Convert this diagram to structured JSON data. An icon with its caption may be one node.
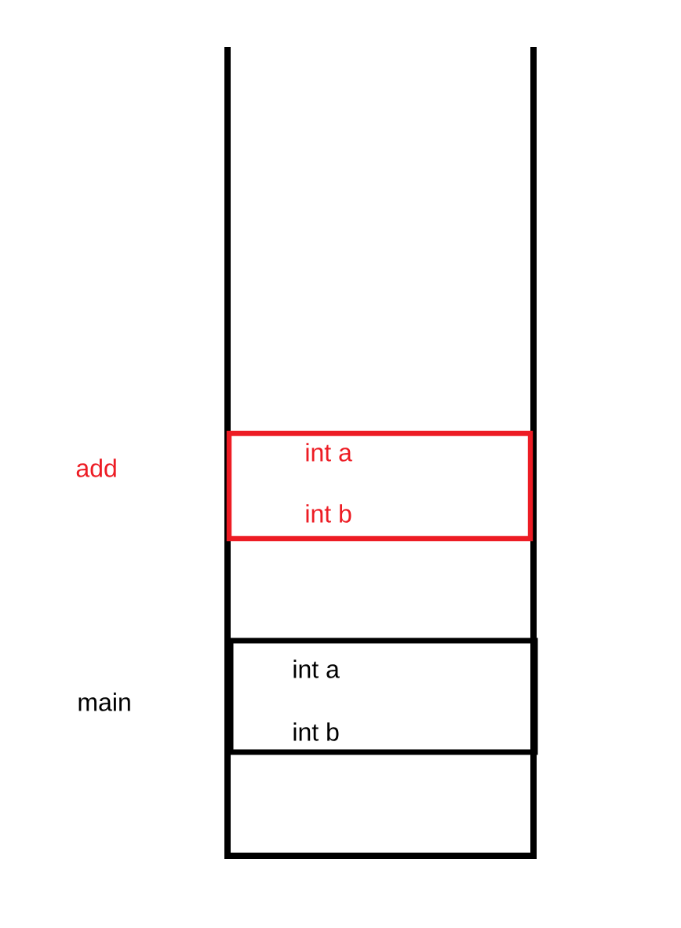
{
  "diagram": {
    "nodes": [
      {
        "text": [],
        "shape": "box"
      },
      {
        "text": [
          "int a",
          "int b"
        ],
        "in": 0
      },
      {
        "text": [
          "int a",
          "int b"
        ],
        "in": 0
      }
    ],
    "labels": [
      "add",
      "main"
    ]
  }
}
